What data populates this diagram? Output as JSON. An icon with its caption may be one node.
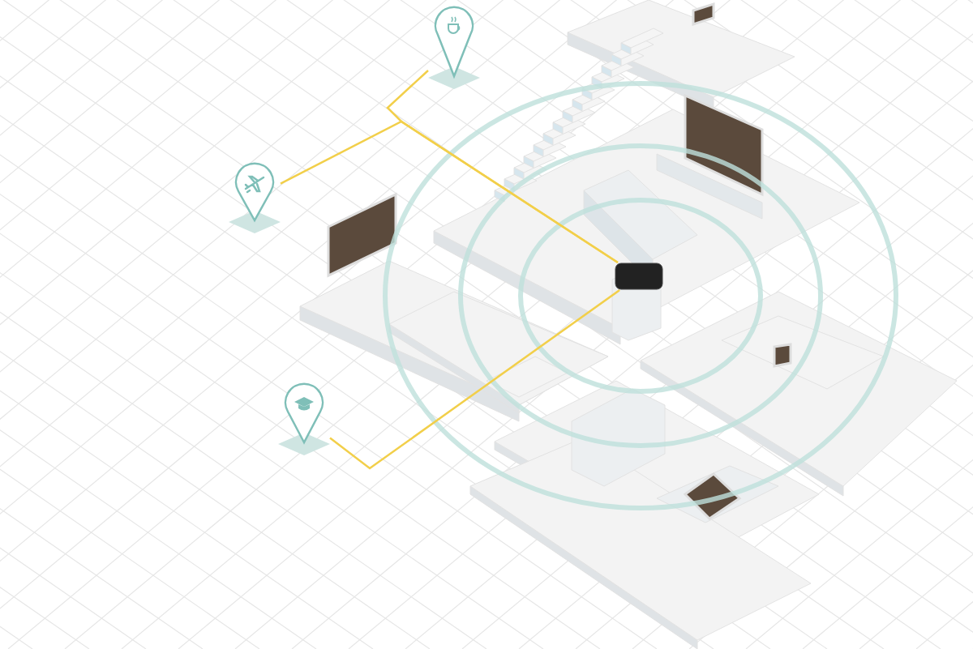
{
  "diagram": {
    "nodes": [
      {
        "text": [],
        "shape": "pin"
      },
      {
        "text": [],
        "shape": "pin"
      },
      {
        "text": [],
        "shape": "pin"
      },
      {
        "text": [],
        "shape": "box"
      }
    ],
    "edges": [
      {
        "from": 3,
        "to": 0,
        "arrow": "none"
      },
      {
        "from": 3,
        "to": 1,
        "arrow": "none"
      },
      {
        "from": 3,
        "to": 2,
        "arrow": "none"
      }
    ]
  }
}
